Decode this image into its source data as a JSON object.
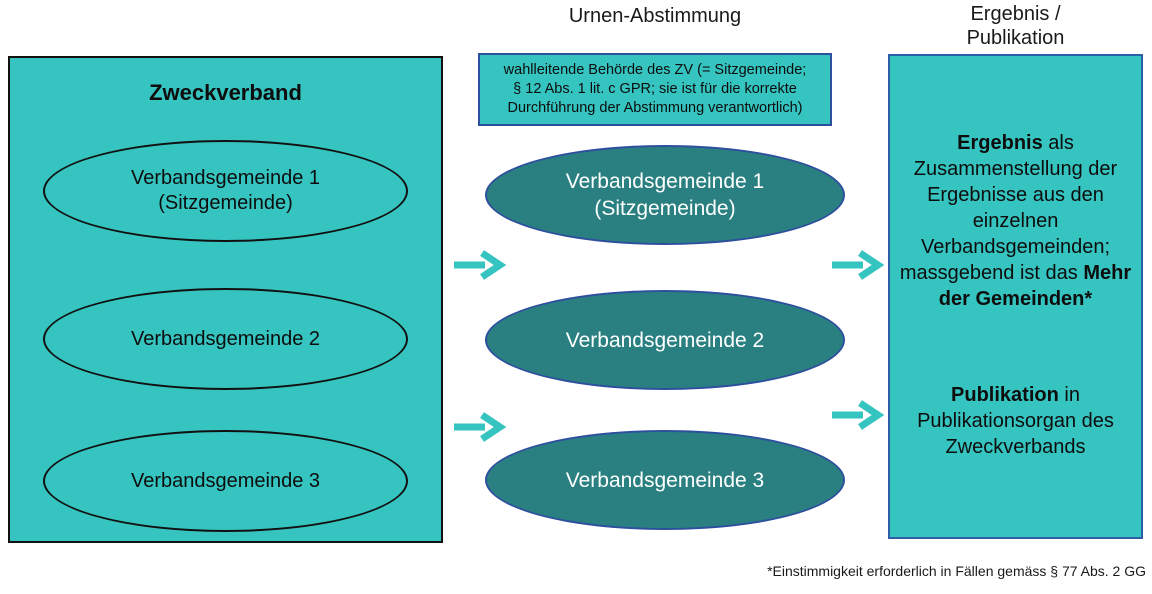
{
  "headings": {
    "middle": "Urnen-Abstimmung",
    "right": "Ergebnis /\nPublikation"
  },
  "left_panel": {
    "title": "Zweckverband",
    "items": [
      {
        "label": "Verbandsgemeinde 1\n(Sitzgemeinde)"
      },
      {
        "label": "Verbandsgemeinde 2"
      },
      {
        "label": "Verbandsgemeinde 3"
      }
    ]
  },
  "middle_panel": {
    "note": "wahlleitende Behörde des ZV (= Sitzgemeinde;\n§ 12 Abs. 1 lit. c GPR; sie ist für die korrekte\nDurchführung der Abstimmung verantwortlich)",
    "items": [
      {
        "label": "Verbandsgemeinde 1\n(Sitzgemeinde)"
      },
      {
        "label": "Verbandsgemeinde 2"
      },
      {
        "label": "Verbandsgemeinde 3"
      }
    ]
  },
  "right_panel": {
    "block1": {
      "lead": "Ergebnis",
      "body": " als Zusammenstellung der Ergebnisse aus den einzelnen Verbandsgemeinden; massgebend ist das ",
      "emphasis": "Mehr der Gemeinden*"
    },
    "block2": {
      "lead": "Publikation",
      "body": " in Publikationsorgan des Zweckverbands"
    }
  },
  "footnote": "*Einstimmigkeit erforderlich in Fällen gemäss § 77 Abs. 2 GG",
  "colors": {
    "light_teal": "#35c4c0",
    "dark_teal": "#2a8080",
    "arrow_teal": "#35c4c0",
    "border_blue": "#2d5fa8",
    "border_black": "#111111",
    "text_dark": "#0d0d0d",
    "text_light": "#ffffff"
  }
}
